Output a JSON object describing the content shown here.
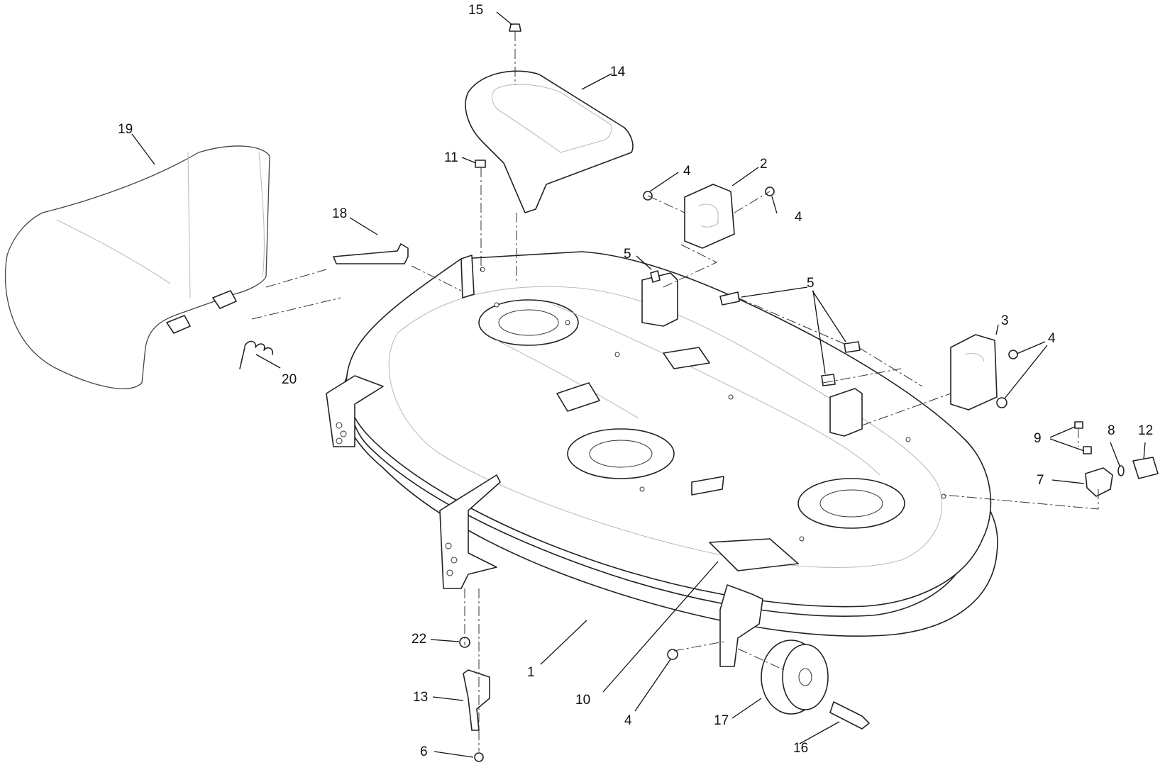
{
  "diagram": {
    "callouts": [
      {
        "id": "c15",
        "label": "15"
      },
      {
        "id": "c14",
        "label": "14"
      },
      {
        "id": "c19",
        "label": "19"
      },
      {
        "id": "c11",
        "label": "11"
      },
      {
        "id": "c4a",
        "label": "4"
      },
      {
        "id": "c2",
        "label": "2"
      },
      {
        "id": "c4b",
        "label": "4"
      },
      {
        "id": "c18",
        "label": "18"
      },
      {
        "id": "c5a",
        "label": "5"
      },
      {
        "id": "c5b",
        "label": "5"
      },
      {
        "id": "c3",
        "label": "3"
      },
      {
        "id": "c4c",
        "label": "4"
      },
      {
        "id": "c20",
        "label": "20"
      },
      {
        "id": "c9",
        "label": "9"
      },
      {
        "id": "c8",
        "label": "8"
      },
      {
        "id": "c12",
        "label": "12"
      },
      {
        "id": "c7",
        "label": "7"
      },
      {
        "id": "c22",
        "label": "22"
      },
      {
        "id": "c1",
        "label": "1"
      },
      {
        "id": "c10",
        "label": "10"
      },
      {
        "id": "c13",
        "label": "13"
      },
      {
        "id": "c4d",
        "label": "4"
      },
      {
        "id": "c17",
        "label": "17"
      },
      {
        "id": "c16",
        "label": "16"
      },
      {
        "id": "c6",
        "label": "6"
      }
    ]
  }
}
